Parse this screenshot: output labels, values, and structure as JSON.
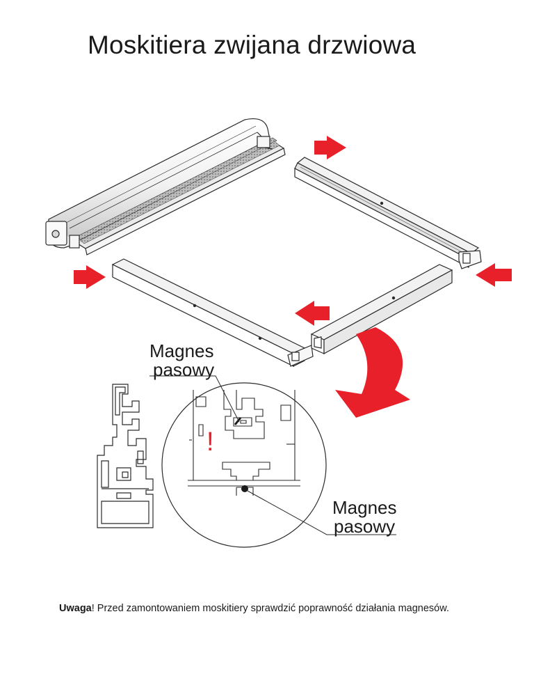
{
  "title": "Moskitiera zwijana drzwiowa",
  "labels": {
    "magnet_top": {
      "line1": "Magnes",
      "line2": "pasowy"
    },
    "magnet_bottom": {
      "line1": "Magnes",
      "line2": "pasowy"
    }
  },
  "warning_mark": "!",
  "note": {
    "bold": "Uwaga",
    "text": "! Przed zamontowaniem moskitiery sprawdzić poprawność działania magnesów."
  },
  "colors": {
    "arrow": "#e8202a",
    "line": "#2a2a2a",
    "mesh": "#8a8a8a"
  }
}
